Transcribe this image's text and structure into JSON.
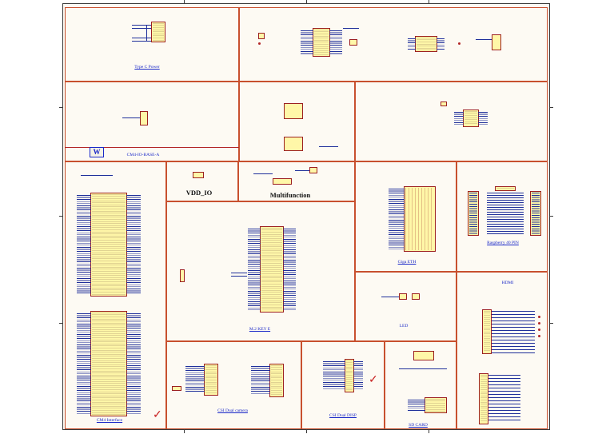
{
  "sheet": {
    "logo_text": "W",
    "checkmark": "✓"
  },
  "regions": {
    "type_c_power": "Type C  Power",
    "cm4_io_base": "CM4-IO-BASE-A",
    "vdd_io": "VDD_IO",
    "multifunction": "Multifunction",
    "giga_eth": "Giga ETH",
    "raspberry_40pin": "Raspberry 40 PIN",
    "hdmi": "HDMI",
    "m2_key_e": "M.2 KEY E",
    "led": "LED",
    "cm4_interface": "CM4  Interface",
    "csi_dual_camera": "CSI Dual camera",
    "dsi_dual_disp": "CSI Dual DISP",
    "sd_card": "SD CARD"
  },
  "colors": {
    "sheet": "#fdfaf3",
    "border": "#c8502e",
    "title": "#1a28c8",
    "wire": "#1f2f9a",
    "component": "#fff7a8",
    "component_outline": "#9c2020"
  }
}
